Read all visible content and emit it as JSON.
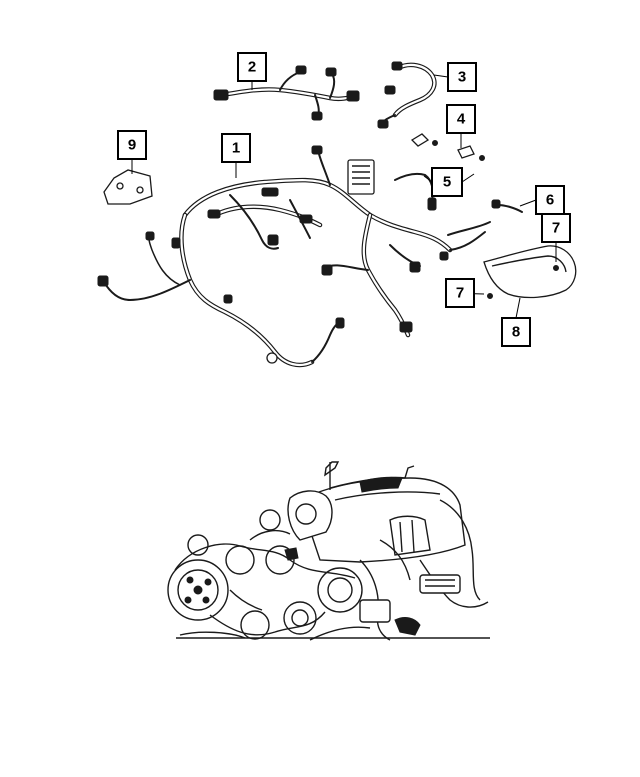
{
  "callouts": [
    {
      "id": "c1",
      "label": "1"
    },
    {
      "id": "c2",
      "label": "2"
    },
    {
      "id": "c3",
      "label": "3"
    },
    {
      "id": "c4",
      "label": "4"
    },
    {
      "id": "c5",
      "label": "5"
    },
    {
      "id": "c6",
      "label": "6"
    },
    {
      "id": "c7a",
      "label": "7"
    },
    {
      "id": "c7b",
      "label": "7"
    },
    {
      "id": "c8",
      "label": "8"
    },
    {
      "id": "c9",
      "label": "9"
    }
  ],
  "colors": {
    "line": "#1a1a1a",
    "background": "#ffffff"
  }
}
